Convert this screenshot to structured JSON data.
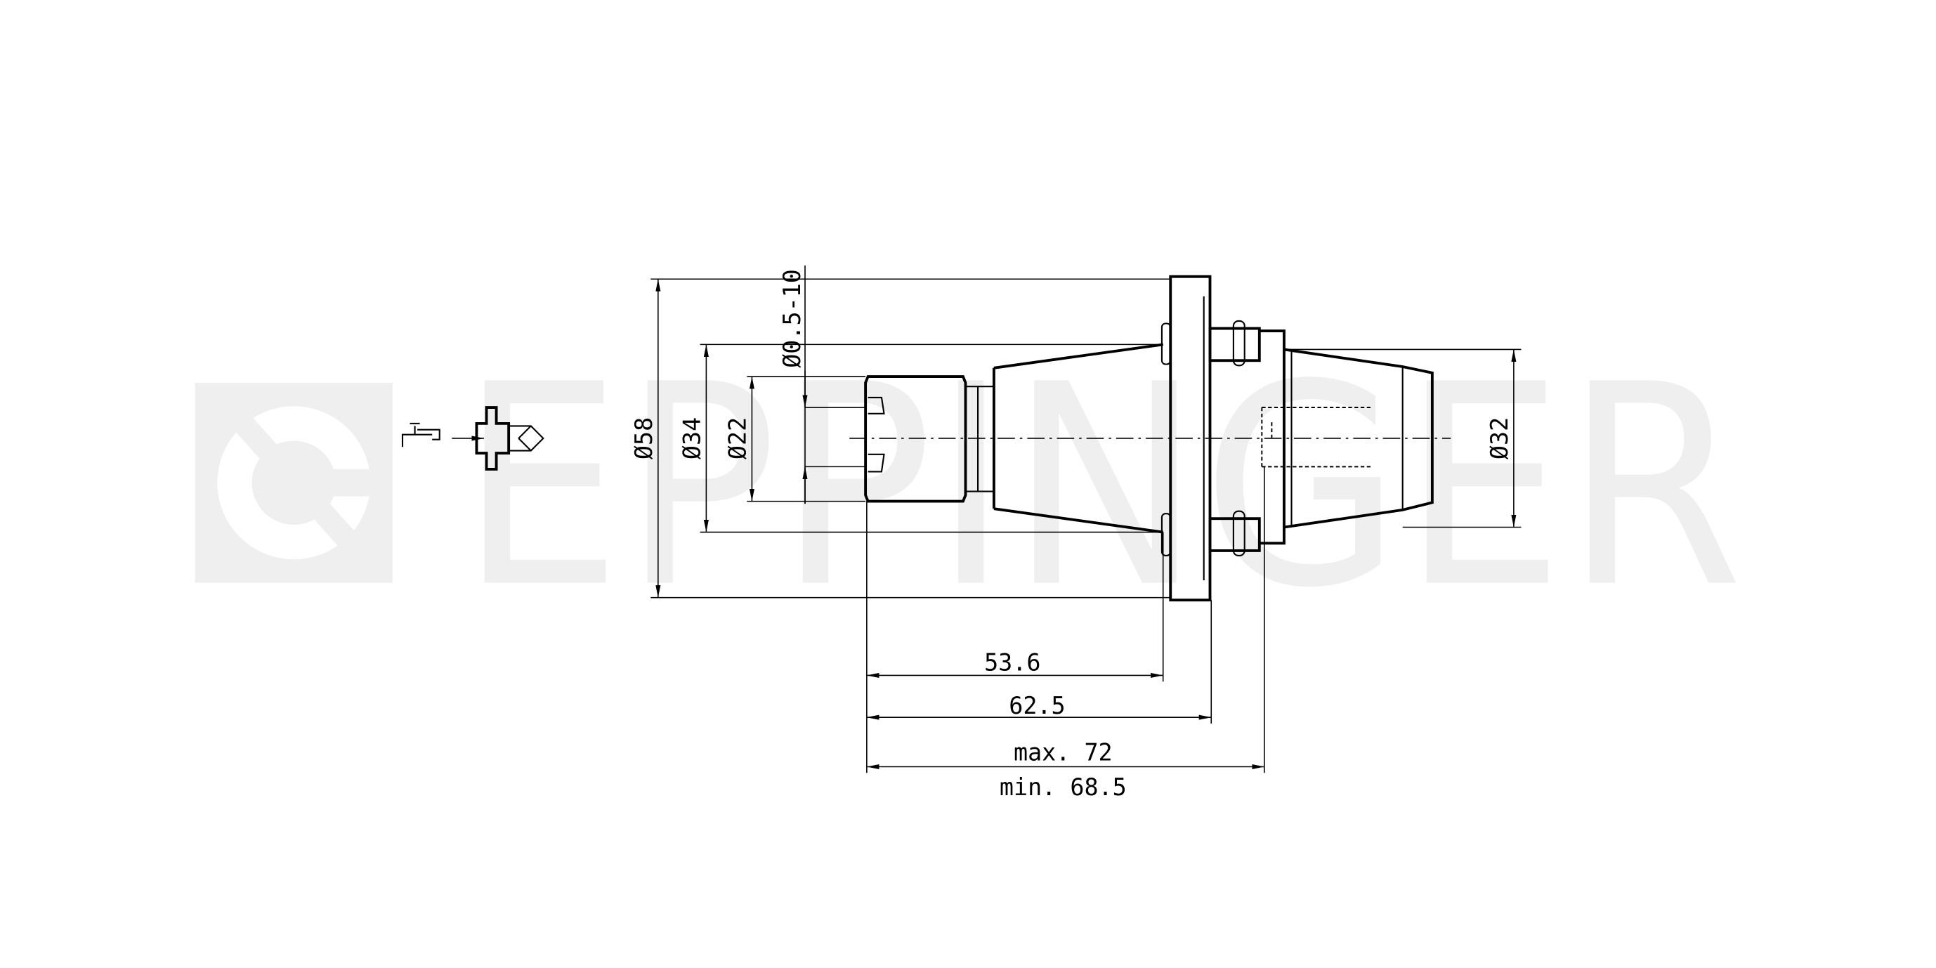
{
  "watermark": {
    "brand": "EPPINGER",
    "color": "#efefef"
  },
  "dimensions": {
    "d58": "Ø58",
    "d34": "Ø34",
    "d22": "Ø22",
    "d_range": "Ø0.5-10",
    "d32": "Ø32",
    "len_53_6": "53.6",
    "len_62_5": "62.5",
    "len_max": "max. 72",
    "len_min": "min. 68.5"
  },
  "icons": {
    "coolant": "coolant-tap-icon",
    "tool": "tool-holder-icon"
  }
}
